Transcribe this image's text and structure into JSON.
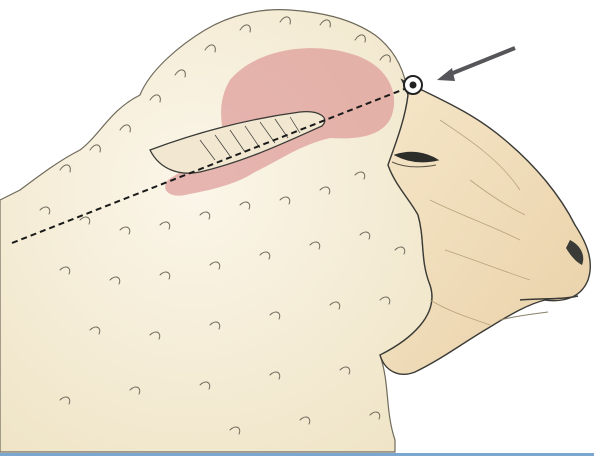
{
  "image": {
    "subject": "sheep-head",
    "icons": [
      "sheep-head-illustration",
      "brain-region",
      "entry-point-marker",
      "direction-arrow",
      "trajectory-line"
    ]
  },
  "colors": {
    "background": "#ffffff",
    "wool": "#f4ecd6",
    "wool_stroke": "#6f6a5c",
    "skin": "#f0dcb8",
    "skin_shadow": "#dcc39a",
    "outline": "#3a3a36",
    "brain_region": "#d98b8b",
    "arrow": "#55555a",
    "dashed_line": "#1a1a1a",
    "bottom_rule": "#7aa6cf"
  }
}
